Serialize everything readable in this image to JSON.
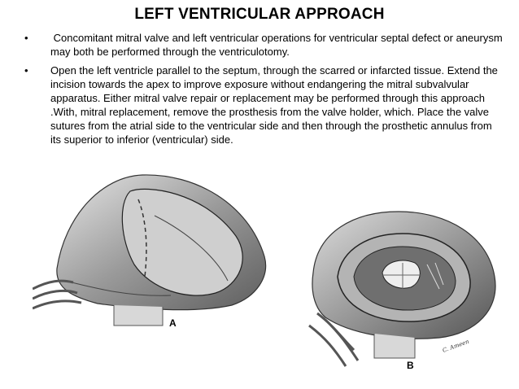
{
  "slide": {
    "title": "LEFT VENTRICULAR APPROACH",
    "bullet_symbol": "•",
    "bullets": [
      " Concomitant mitral valve and left ventricular operations for ventricular septal defect or aneurysm may both be performed through the ventriculotomy.",
      "Open the left ventricle parallel to the septum, through the scarred or infarcted tissue. Extend the incision towards the apex to improve exposure without endangering the mitral subvalvular apparatus. Either mitral valve repair or replacement may be performed through this approach .With, mitral replacement, remove the prosthesis from the valve holder, which. Place the valve sutures from the atrial side to the ventricular side and then through the prosthetic annulus from its superior to inferior (ventricular) side."
    ]
  },
  "figure": {
    "panel_a_label": "A",
    "panel_b_label": "B",
    "signature": "C. Ameen"
  }
}
